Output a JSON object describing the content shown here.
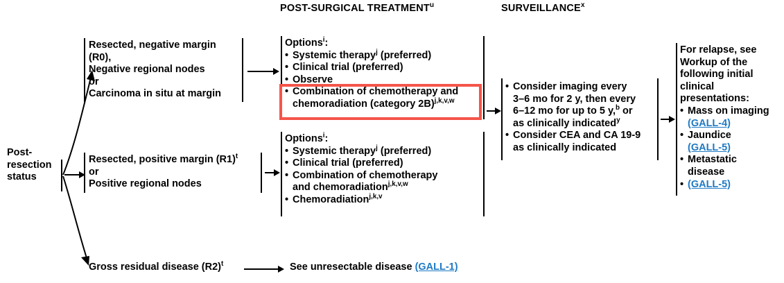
{
  "headers": {
    "post_surgical": "POST-SURGICAL TREATMENT",
    "post_surgical_sup": "u",
    "surveillance": "SURVEILLANCE",
    "surveillance_sup": "x"
  },
  "left": {
    "label_line1": "Post-",
    "label_line2": "resection",
    "label_line3": "status"
  },
  "branches": {
    "r0": {
      "line1": "Resected, negative margin",
      "line2": "(R0),",
      "line3": "Negative regional nodes",
      "line4": "or",
      "line5": "Carcinoma in situ at margin"
    },
    "r1": {
      "line1_a": "Resected, positive margin (R1)",
      "line1_sup": "t",
      "line2": "or",
      "line3": "Positive regional nodes"
    },
    "r2": {
      "text": "Gross residual disease (R2)",
      "sup": "t",
      "target_text": "See unresectable disease ",
      "target_link": "(GALL-1)"
    }
  },
  "options_r0": {
    "title": "Options",
    "title_sup": "i",
    "title_colon": ":",
    "items": [
      {
        "text": "Systemic therapy",
        "sup": "j",
        "tail": " (preferred)"
      },
      {
        "text": "Clinical trial (preferred)",
        "sup": "",
        "tail": ""
      },
      {
        "text": "Observe",
        "sup": "",
        "tail": ""
      }
    ],
    "highlighted_item": {
      "line1": "Combination of chemotherapy and",
      "line2": "chemoradiation (category 2B)",
      "line2_sup": "j,k,v,w"
    }
  },
  "options_r1": {
    "title": "Options",
    "title_sup": "i",
    "title_colon": ":",
    "items": [
      {
        "line1": "Systemic therapy",
        "sup": "j",
        "tail": " (preferred)",
        "line2": ""
      },
      {
        "line1": "Clinical trial (preferred)",
        "sup": "",
        "tail": "",
        "line2": ""
      },
      {
        "line1": "Combination of chemotherapy",
        "sup": "j,k,v,w",
        "tail": "",
        "line2": "and chemoradiation"
      },
      {
        "line1": "Chemoradiation",
        "sup": "j,k,v",
        "tail": "",
        "line2": ""
      }
    ]
  },
  "surveillance": {
    "items": [
      {
        "l1": "Consider imaging every",
        "l2": "3–6 mo for 2 y, then every",
        "l3_a": "6–12 mo for up to 5 y,",
        "l3_sup": "b",
        "l3_b": " or",
        "l4_a": "as clinically indicated",
        "l4_sup": "y"
      },
      {
        "l1": "Consider CEA and CA 19-9",
        "l2": "as clinically indicated"
      }
    ]
  },
  "relapse": {
    "intro_l1": "For relapse, see",
    "intro_l2": "Workup of the",
    "intro_l3": "following initial",
    "intro_l4": "clinical",
    "intro_l5": "presentations:",
    "items": [
      {
        "label": "Mass on imaging",
        "link": "(GALL-4)"
      },
      {
        "label": "Jaundice",
        "link": "(GALL-5)"
      },
      {
        "label": "Metastatic",
        "label2": "disease",
        "link": ""
      },
      {
        "label": "",
        "link": "(GALL-5)"
      }
    ]
  },
  "colors": {
    "highlight_red": "#f4554a",
    "link_blue": "#1f7ac4",
    "text_black": "#000000"
  }
}
